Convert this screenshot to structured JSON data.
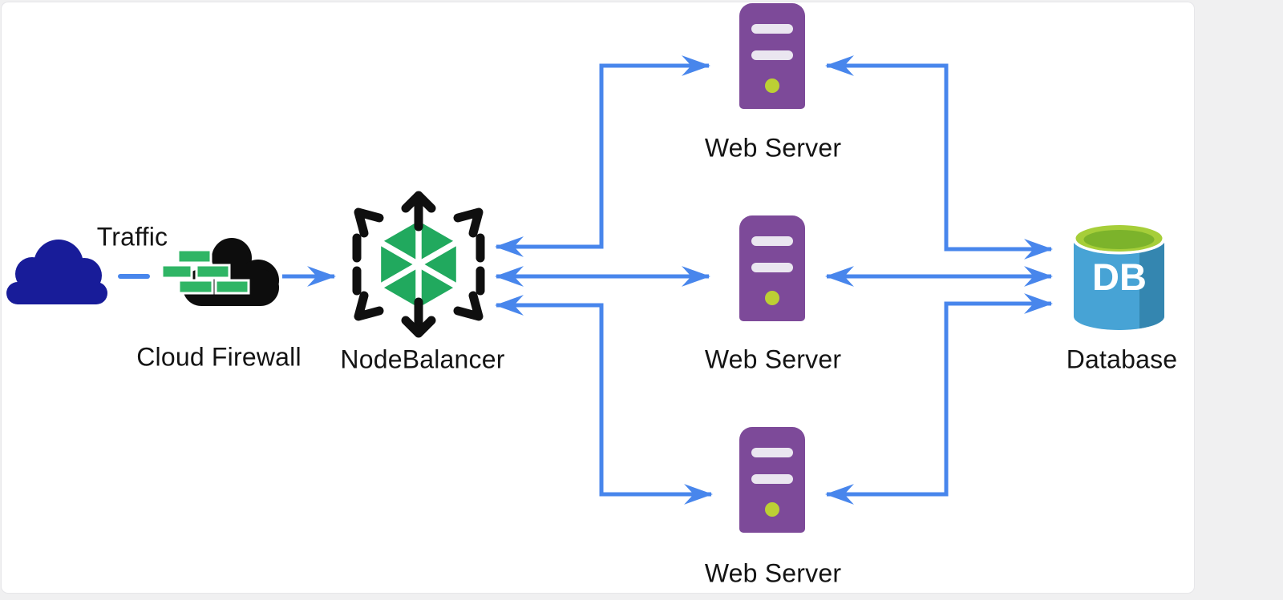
{
  "page": {
    "background": "#f0f0f1",
    "canvas_background": "#ffffff"
  },
  "diagram": {
    "type": "architecture-diagram",
    "labels": {
      "traffic": "Traffic",
      "firewall": "Cloud Firewall",
      "nodebalancer": "NodeBalancer",
      "web_server_1": "Web Server",
      "web_server_2": "Web Server",
      "web_server_3": "Web Server",
      "database": "Database"
    },
    "database_badge": "DB",
    "colors": {
      "arrow_blue": "#4886ec",
      "traffic_cloud_navy": "#181c99",
      "firewall_cloud_black": "#0d0d0d",
      "firewall_brick_green": "#2fb565",
      "nodebalancer_green": "#21a95e",
      "nodebalancer_black": "#0f0f0f",
      "server_purple": "#7d4a99",
      "server_led_green": "#bcd034",
      "server_slot_gray": "#eae6f0",
      "db_body_light_blue": "#47a3d5",
      "db_body_dark_blue": "#3486b0",
      "db_top_lime": "#a6ce39"
    },
    "connections": [
      {
        "from": "traffic",
        "to": "cloud-firewall",
        "style": "dashed",
        "arrows": "none"
      },
      {
        "from": "cloud-firewall",
        "to": "nodebalancer",
        "style": "solid",
        "arrows": "forward"
      },
      {
        "from": "nodebalancer",
        "to": "web-server-1",
        "style": "solid",
        "arrows": "both"
      },
      {
        "from": "nodebalancer",
        "to": "web-server-2",
        "style": "solid",
        "arrows": "both"
      },
      {
        "from": "nodebalancer",
        "to": "web-server-3",
        "style": "solid",
        "arrows": "both"
      },
      {
        "from": "web-server-1",
        "to": "database",
        "style": "solid",
        "arrows": "both"
      },
      {
        "from": "web-server-2",
        "to": "database",
        "style": "solid",
        "arrows": "both"
      },
      {
        "from": "web-server-3",
        "to": "database",
        "style": "solid",
        "arrows": "both"
      }
    ]
  }
}
